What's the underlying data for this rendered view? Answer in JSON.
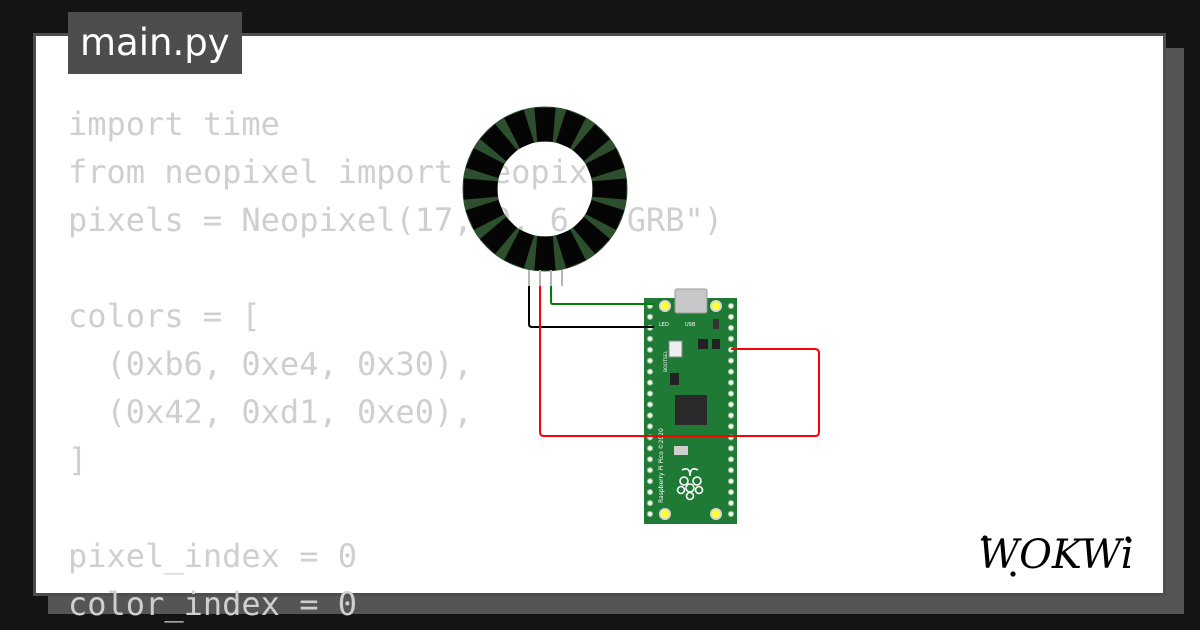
{
  "file_tab": {
    "label": "main.py"
  },
  "code_lines": [
    "import time",
    "from neopixel import Neopixel",
    "pixels = Neopixel(17, 0, 6, \"GRB\")",
    "",
    "colors = [",
    "  (0xb6, 0xe4, 0x30),",
    "  (0x42, 0xd1, 0xe0),",
    "]",
    "",
    "pixel_index = 0",
    "color_index = 0"
  ],
  "board": {
    "label": "Raspberry Pi Pico ©2020",
    "led_label": "LED",
    "usb_label": "USB",
    "bootsel_label": "BOOTSEL"
  },
  "neopixel_ring": {
    "pixel_count": 16
  },
  "wire_colors": {
    "signal": "#008000",
    "ground": "#000000",
    "power": "#ff0000"
  },
  "brand": {
    "logo": "WOKWi"
  }
}
